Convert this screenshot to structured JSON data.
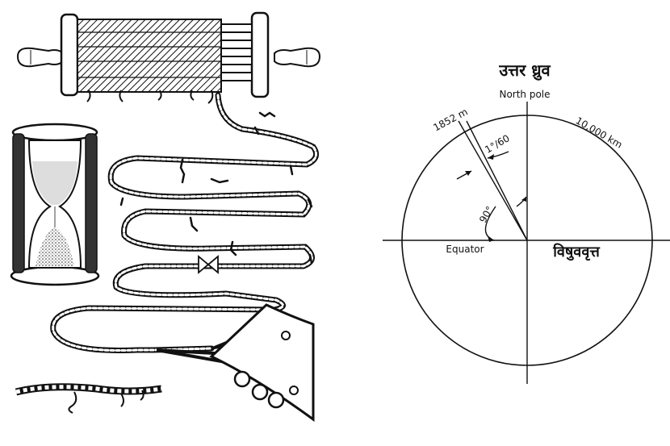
{
  "left_illustration": {
    "subject": "chip-log-with-hourglass-reel-and-knotted-line"
  },
  "right_diagram": {
    "title_hindi": "उत्तर ध्रुव",
    "north_label": "North pole",
    "equator_label": "Equator",
    "equator_hindi": "विषुववृत्त",
    "arc_label": "1852 m",
    "angle_small_label": "1°/60",
    "angle_right_label": "90°",
    "quarter_label": "10,000 km"
  },
  "colors": {
    "ink": "#111111",
    "paper": "#ffffff"
  }
}
